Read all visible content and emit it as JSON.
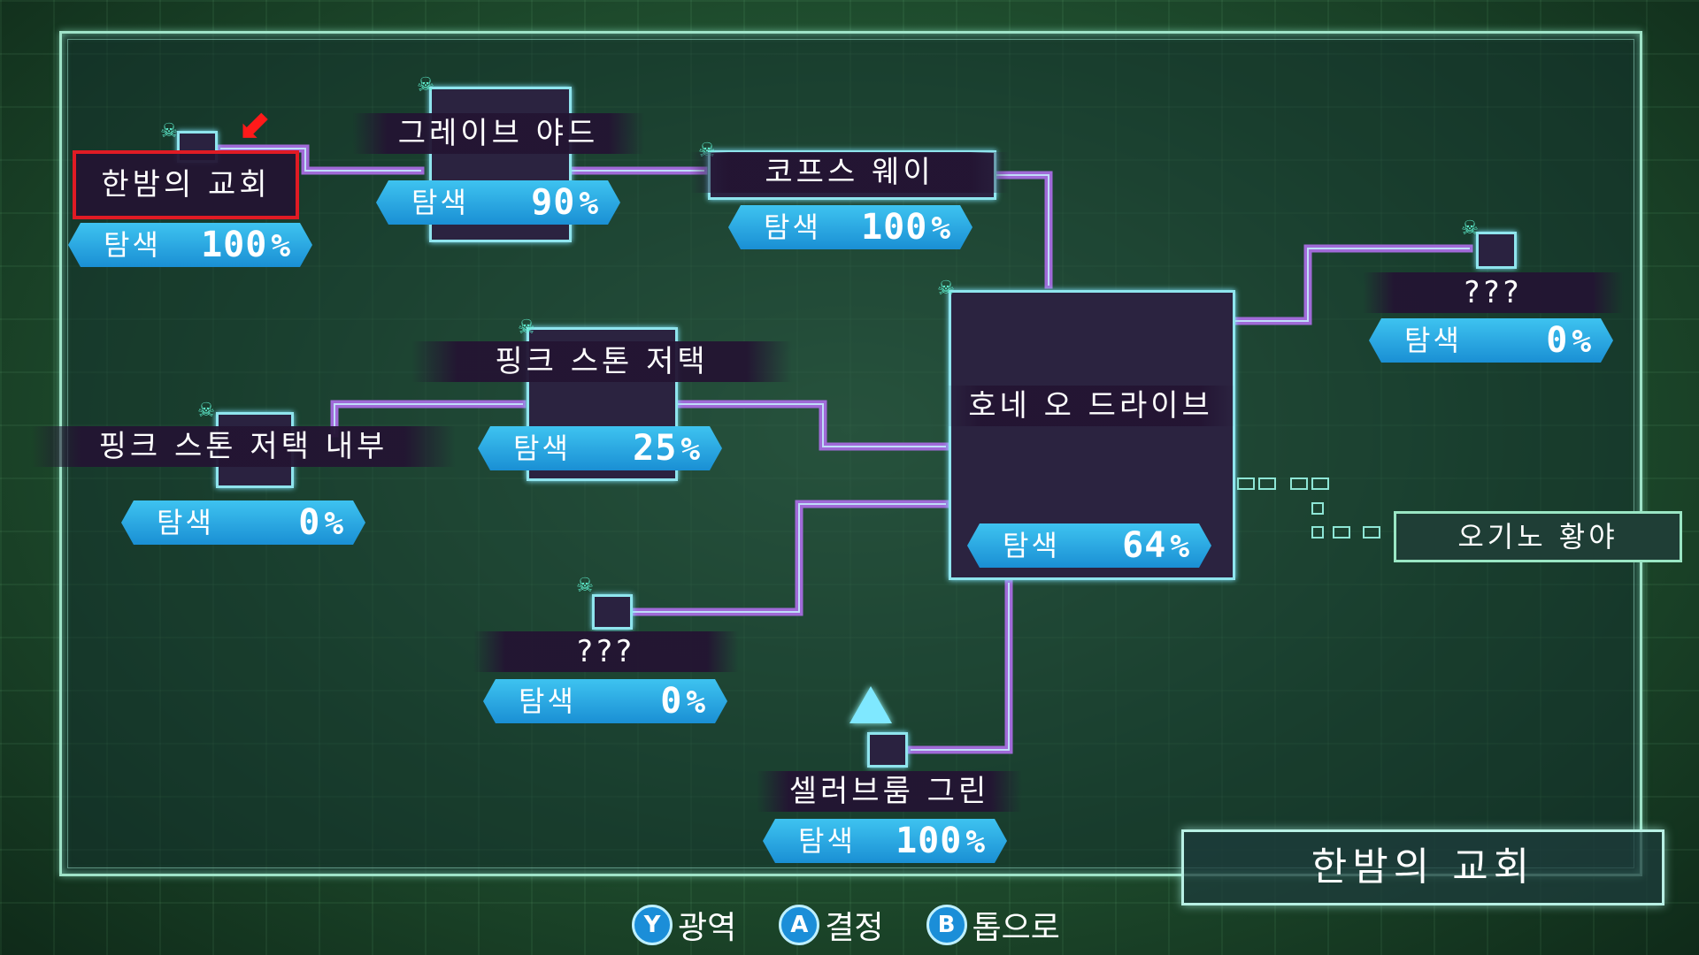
{
  "explore_label": "탐색",
  "unit": "%",
  "current_area_title": "한밤의 교회",
  "nodes": [
    {
      "id": "midnight-church",
      "name": "한밤의 교회",
      "percent": "100",
      "current": true
    },
    {
      "id": "grave-yard",
      "name": "그레이브 야드",
      "percent": "90"
    },
    {
      "id": "corpse-way",
      "name": "코프스 웨이",
      "percent": "100"
    },
    {
      "id": "unknown-right",
      "name": "???",
      "percent": "0"
    },
    {
      "id": "pink-stone-house",
      "name": "핑크 스톤 저택",
      "percent": "25"
    },
    {
      "id": "pink-stone-inside",
      "name": "핑크 스톤 저택 내부",
      "percent": "0"
    },
    {
      "id": "hone-o-drive",
      "name": "호네 오 드라이브",
      "percent": "64"
    },
    {
      "id": "unknown-bottom",
      "name": "???",
      "percent": "0"
    },
    {
      "id": "cerebroom-green",
      "name": "셀러브룸 그린",
      "percent": "100"
    }
  ],
  "exit_area": "오기노 황야",
  "controls": [
    {
      "button": "Y",
      "label": "광역"
    },
    {
      "button": "A",
      "label": "결정"
    },
    {
      "button": "B",
      "label": "톱으로"
    }
  ]
}
